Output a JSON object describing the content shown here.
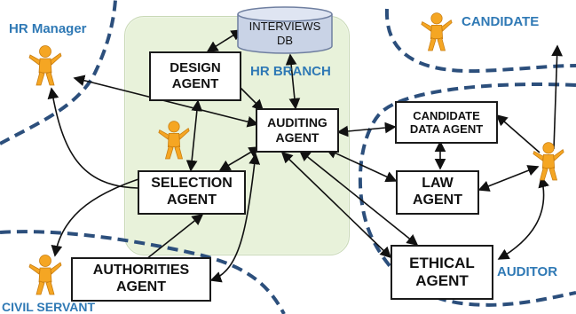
{
  "regions": {
    "hr_manager": "HR Manager",
    "candidate": "CANDIDATE",
    "hr_branch": "HR BRANCH",
    "auditor": "AUDITOR",
    "civil_servant": "CIVIL SERVANT"
  },
  "database": {
    "label": "INTERVIEWS\nDB"
  },
  "agents": {
    "design": "DESIGN\nAGENT",
    "auditing": "AUDITING\nAGENT",
    "candidate_data": "CANDIDATE\nDATA AGENT",
    "selection": "SELECTION\nAGENT",
    "law": "LAW\nAGENT",
    "authorities": "AUTHORITIES\nAGENT",
    "ethical": "ETHICAL\nAGENT"
  },
  "icons": {
    "person": "person-icon",
    "database": "database-icon"
  },
  "colors": {
    "region_label": "#2f79b5",
    "boundary_line": "#2c4f7c",
    "branch_fill": "#e8f2da",
    "person_body": "#f5a623",
    "arrow": "#111111"
  }
}
